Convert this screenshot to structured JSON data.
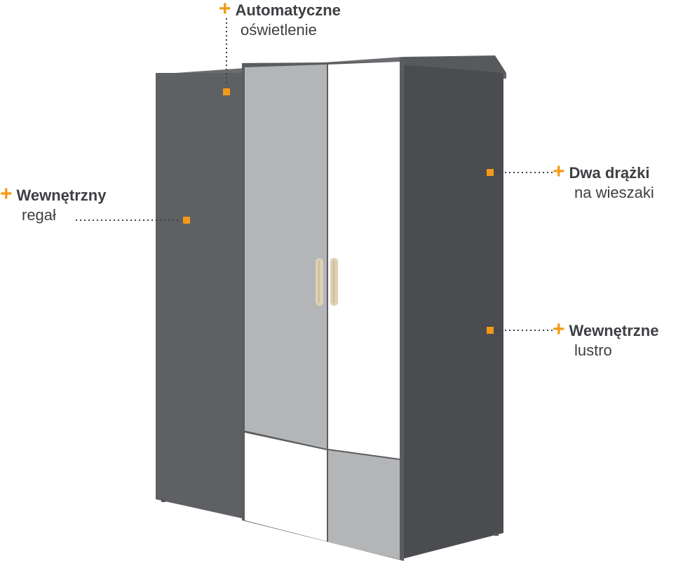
{
  "colors": {
    "accent": "#f29a17",
    "text": "#3d3f42",
    "body_dark": "#5e6063",
    "side_dark": "#4a4c4f",
    "top": "#6b6d70",
    "door_grey": "#b4b5b7",
    "door_white": "#ffffff",
    "handle": "#ddd1b3"
  },
  "callouts": {
    "lighting": {
      "icon": "plus-icon",
      "title": "Automatyczne",
      "subtitle": "oświetlenie"
    },
    "shelf": {
      "icon": "plus-icon",
      "title": "Wewnętrzny",
      "subtitle": "regał"
    },
    "rails": {
      "icon": "plus-icon",
      "title": "Dwa drążki",
      "subtitle": "na wieszaki"
    },
    "mirror": {
      "icon": "plus-icon",
      "title": "Wewnętrzne",
      "subtitle": "lustro"
    }
  }
}
